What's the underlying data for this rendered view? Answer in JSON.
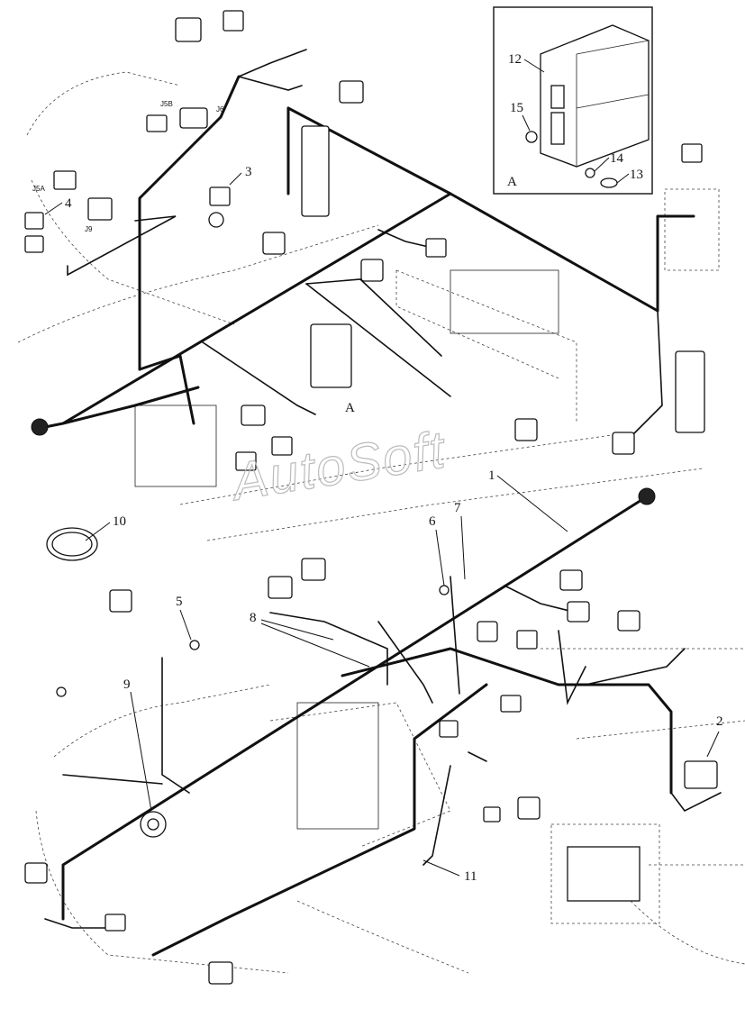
{
  "diagram": {
    "watermark": "AutoSoft",
    "inset_label": "A",
    "callouts": [
      "1",
      "2",
      "3",
      "4",
      "5",
      "6",
      "7",
      "8",
      "9",
      "10",
      "11",
      "12",
      "13",
      "14",
      "15",
      "A"
    ],
    "connector_codes": [
      "J5B",
      "J6",
      "J5A",
      "J9"
    ]
  }
}
